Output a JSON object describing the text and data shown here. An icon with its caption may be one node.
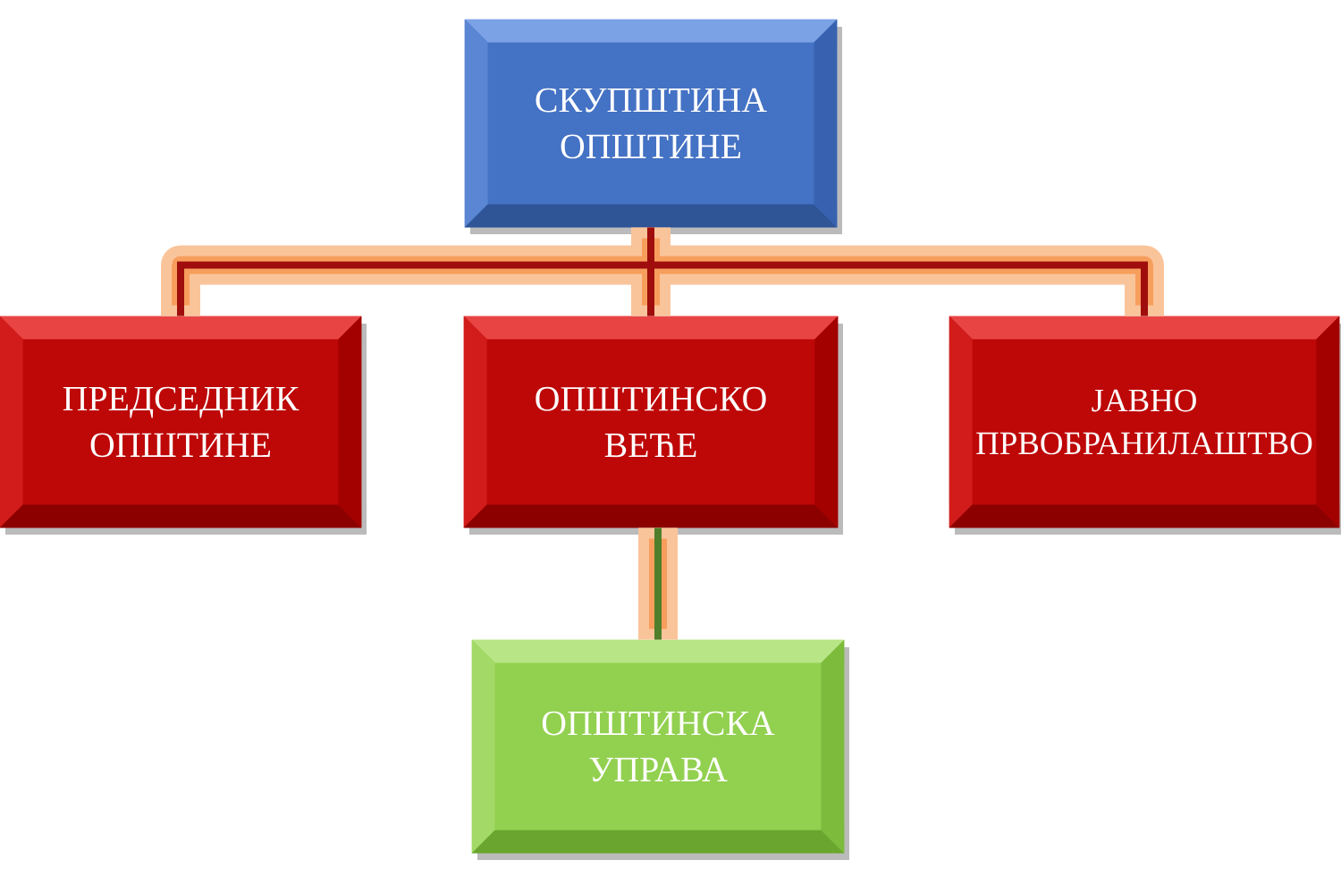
{
  "diagram": {
    "nodes": [
      {
        "text": [
          "СКУПШТИНА ОПШТИНЕ"
        ]
      },
      {
        "text": [
          "ПРЕДСЕДНИК ОПШТИНЕ"
        ]
      },
      {
        "text": [
          "ОПШТИНСКО ВЕЋЕ"
        ]
      },
      {
        "text": [
          "ЈАВНО ПРВОБРАНИЛАШТВО"
        ]
      },
      {
        "text": [
          "ОПШТИНСКА УПРАВА"
        ]
      }
    ],
    "edges": [
      {
        "from": 0,
        "to": 1,
        "arrow": "none"
      },
      {
        "from": 0,
        "to": 2,
        "arrow": "none"
      },
      {
        "from": 0,
        "to": 3,
        "arrow": "none"
      },
      {
        "from": 2,
        "to": 4,
        "arrow": "none",
        "color": "#4f7f2a"
      }
    ]
  }
}
